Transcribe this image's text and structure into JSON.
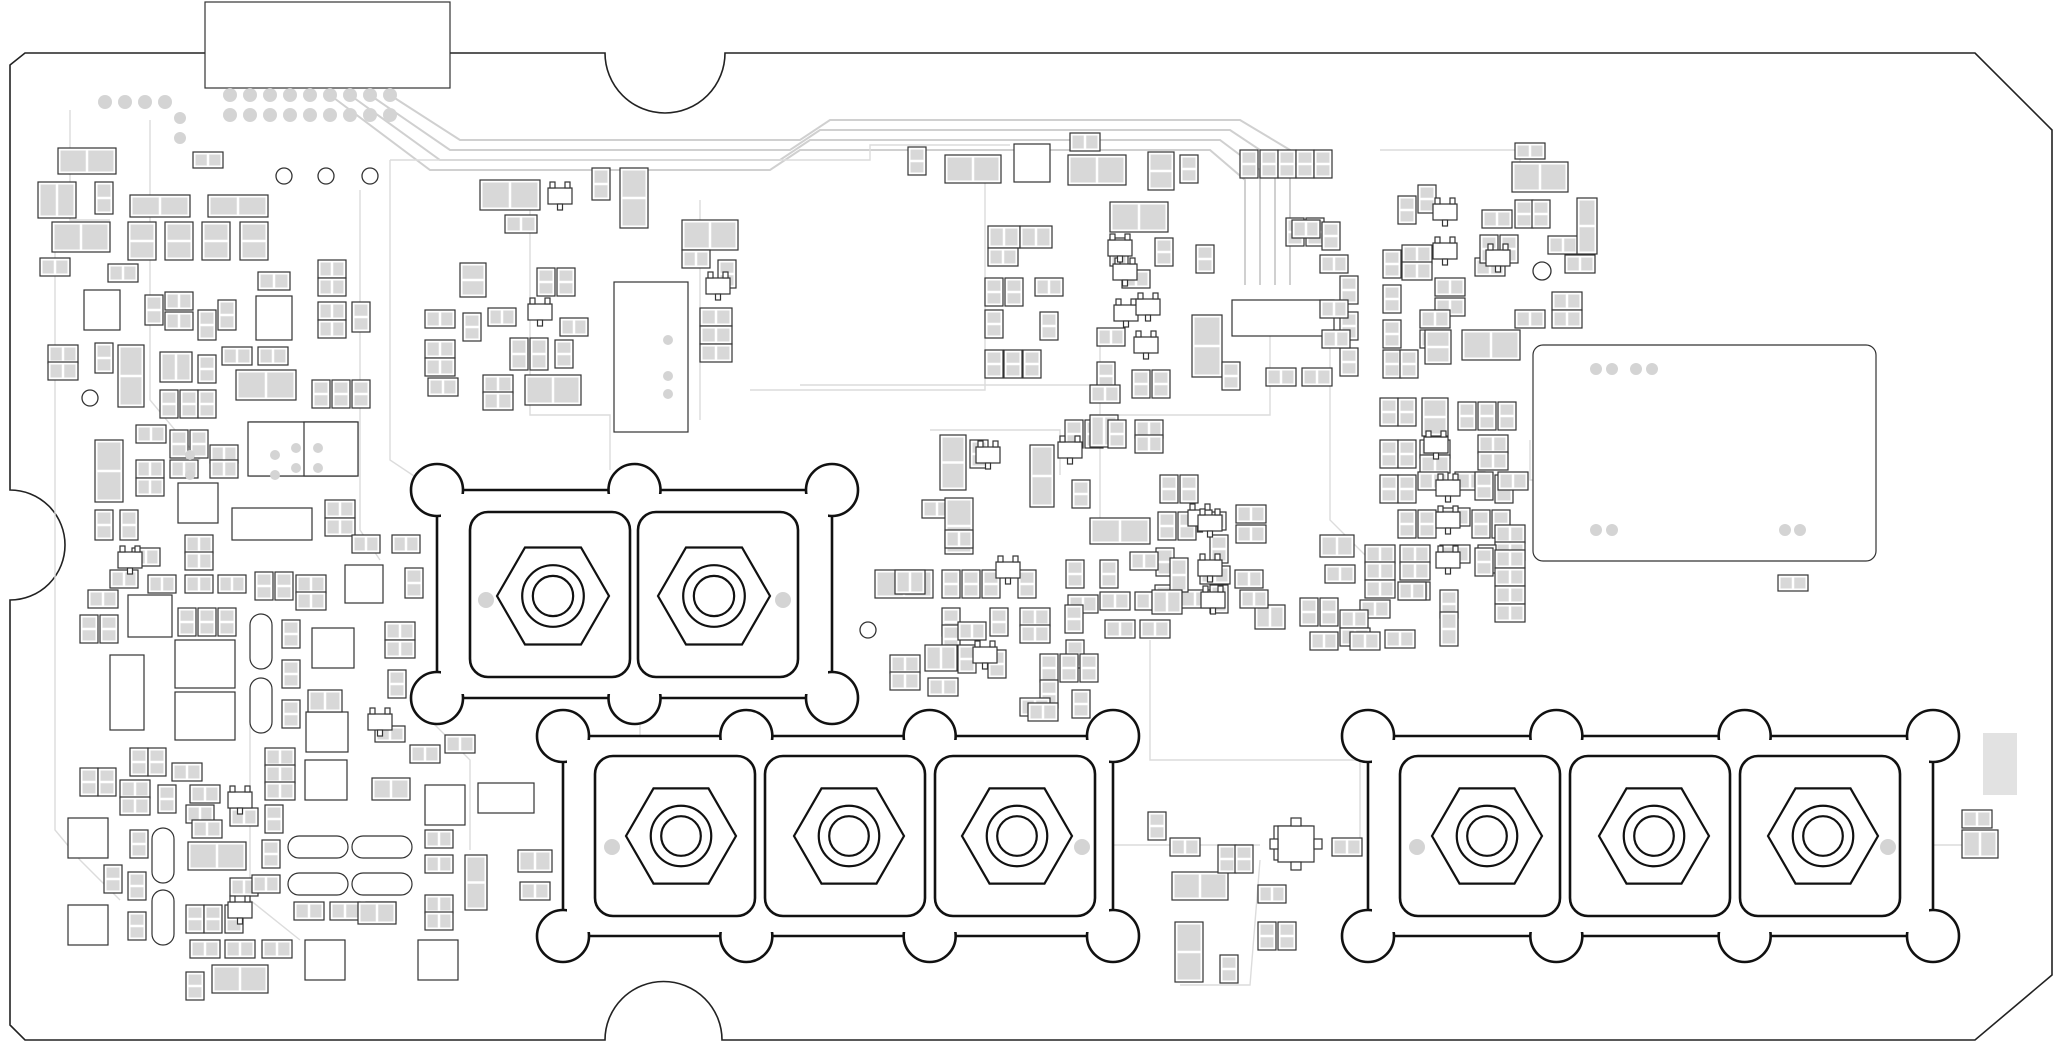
{
  "board": {
    "colors": {
      "outline": "#222222",
      "trace": "#d0d0d0",
      "pad": "#d8d8d8",
      "component": "#333333",
      "background": "#ffffff"
    },
    "icons": [
      "pcb-outline",
      "mounting-hole",
      "hex-nut-connector",
      "smd-pad",
      "ic-package",
      "sma-connector-frame"
    ]
  }
}
